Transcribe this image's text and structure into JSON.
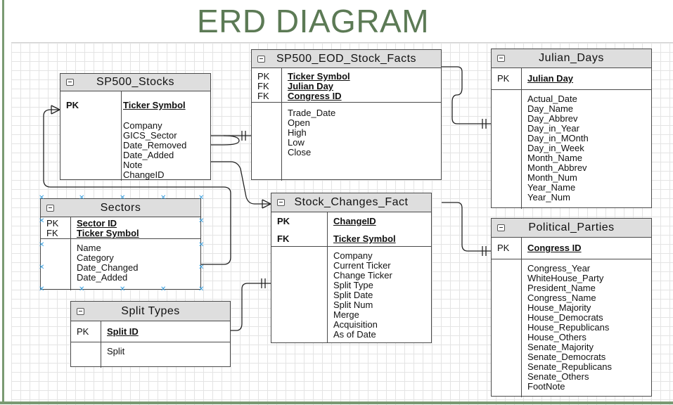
{
  "title": "ERD DIAGRAM",
  "colors": {
    "title": "#5c7a55",
    "header_bg": "#dedede",
    "grid": "#e4e4e4",
    "selection": "#3aa0e0"
  },
  "entities": {
    "sp500_stocks": {
      "name": "SP500_Stocks",
      "keys": [
        {
          "type": "PK",
          "name": "Ticker Symbol"
        }
      ],
      "attributes": [
        "Company",
        "GICS_Sector",
        "Date_Removed",
        "Date_Added",
        "Note",
        "ChangeID"
      ]
    },
    "sp500_eod": {
      "name": "SP500_EOD_Stock_Facts",
      "keys": [
        {
          "type": "PK",
          "name": "Ticker Symbol"
        },
        {
          "type": "FK",
          "name": "Julian Day"
        },
        {
          "type": "FK",
          "name": "Congress ID"
        }
      ],
      "attributes": [
        "Trade_Date",
        "Open",
        "High",
        "Low",
        "Close"
      ]
    },
    "julian_days": {
      "name": "Julian_Days",
      "keys": [
        {
          "type": "PK",
          "name": "Julian Day"
        }
      ],
      "attributes": [
        "Actual_Date",
        "Day_Name",
        "Day_Abbrev",
        "Day_in_Year",
        "Day_in_MOnth",
        "Day_in_Week",
        "Month_Name",
        "Month_Abbrev",
        "Month_Num",
        "Year_Name",
        "Year_Num"
      ]
    },
    "sectors": {
      "name": "Sectors",
      "keys": [
        {
          "type": "PK",
          "name": "Sector ID"
        },
        {
          "type": "FK",
          "name": "Ticker Symbol"
        }
      ],
      "attributes": [
        "Name",
        "Category",
        "Date_Changed",
        "Date_Added"
      ]
    },
    "stock_changes": {
      "name": "Stock_Changes_Fact",
      "keys": [
        {
          "type": "PK",
          "name": "ChangeID"
        },
        {
          "type": "FK",
          "name": "Ticker Symbol"
        }
      ],
      "attributes": [
        "Company",
        "Current Ticker",
        "Change Ticker",
        "Split Type",
        "Split Date",
        "Split Num",
        "Merge",
        "Acquisition",
        "As of Date"
      ]
    },
    "political_parties": {
      "name": "Political_Parties",
      "keys": [
        {
          "type": "PK",
          "name": "Congress ID"
        }
      ],
      "attributes": [
        "Congress_Year",
        "WhiteHouse_Party",
        "President_Name",
        "Congress_Name",
        "House_Majority",
        "House_Democrats",
        "House_Republicans",
        "House_Others",
        "Senate_Majority",
        "Senate_Democrats",
        "Senate_Republicans",
        "Senate_Others",
        "FootNote"
      ]
    },
    "split_types": {
      "name": "Split Types",
      "keys": [
        {
          "type": "PK",
          "name": "Split ID"
        }
      ],
      "attributes": [
        "Split"
      ]
    }
  }
}
